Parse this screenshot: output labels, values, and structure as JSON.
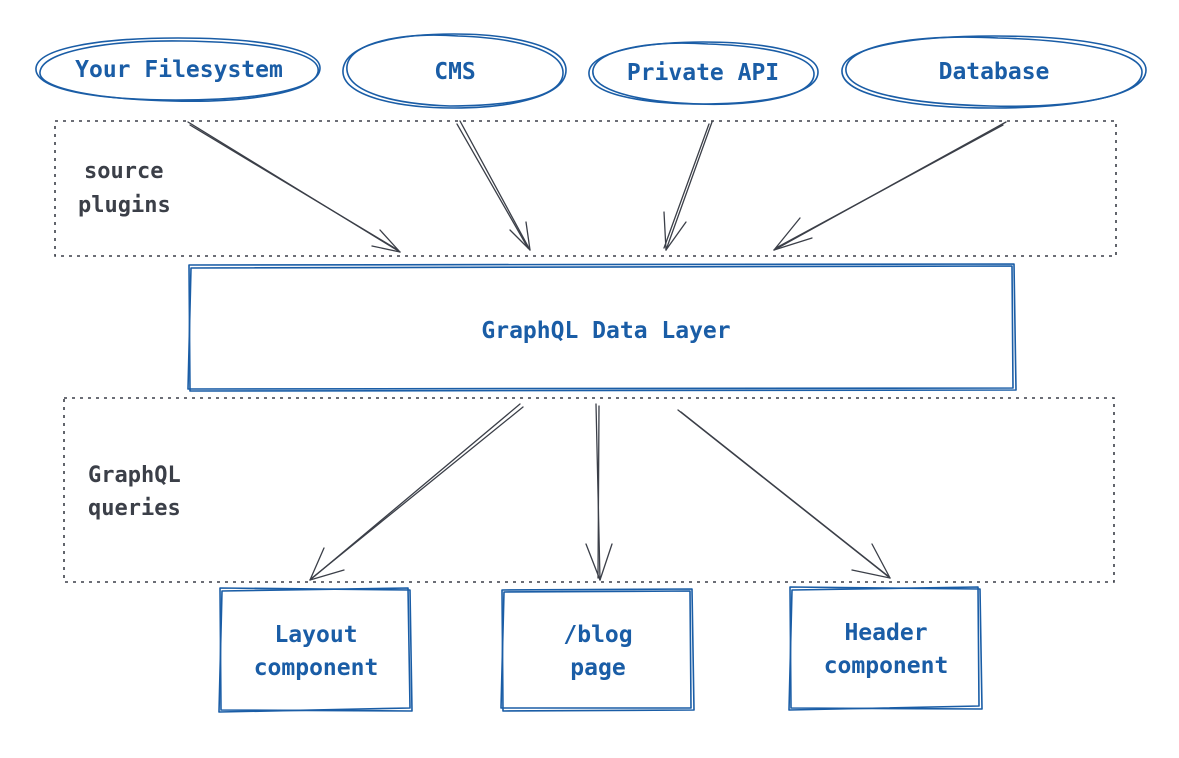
{
  "sources": [
    {
      "label": "Your Filesystem"
    },
    {
      "label": "CMS"
    },
    {
      "label": "Private API"
    },
    {
      "label": "Database"
    }
  ],
  "source_plugins": {
    "line1": "source",
    "line2": "plugins"
  },
  "data_layer": {
    "label": "GraphQL Data Layer"
  },
  "graphql_queries": {
    "line1": "GraphQL",
    "line2": "queries"
  },
  "components": [
    {
      "line1": "Layout",
      "line2": "component"
    },
    {
      "line1": "/blog",
      "line2": "page"
    },
    {
      "line1": "Header",
      "line2": "component"
    }
  ],
  "colors": {
    "accent": "#1a5da6",
    "ink": "#3b3f48",
    "background": "#ffffff"
  }
}
